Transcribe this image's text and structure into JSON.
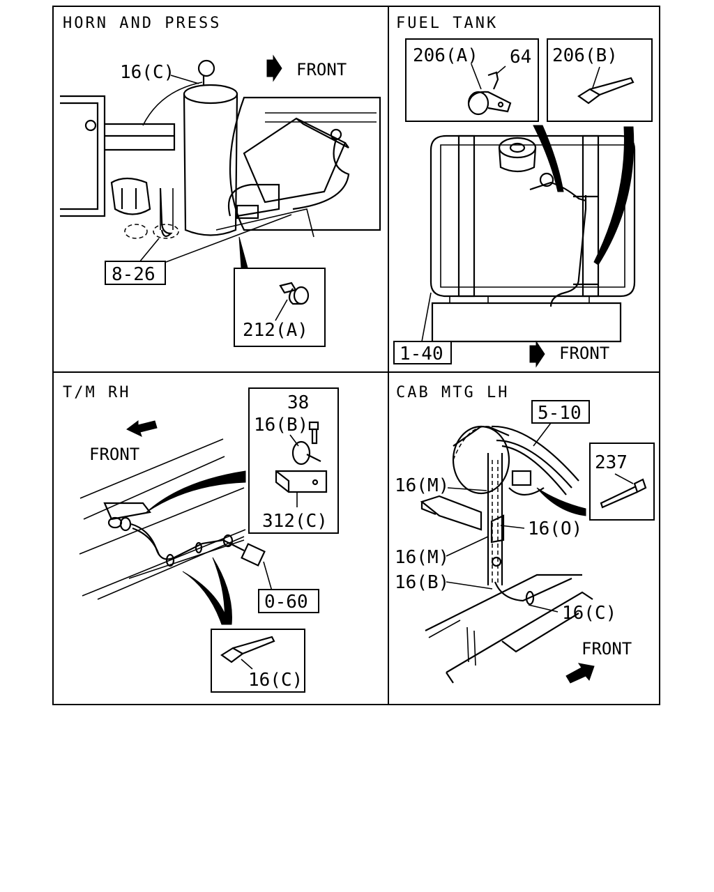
{
  "panels": {
    "horn": {
      "title": "HORN AND PRESS",
      "front": "FRONT",
      "parts": {
        "clip": "16(C)",
        "ref": "8-26",
        "clamp": "212(A)"
      }
    },
    "fuel": {
      "title": "FUEL TANK",
      "front": "FRONT",
      "parts": {
        "clampA": "206(A)",
        "screw": "64",
        "clipB": "206(B)",
        "ref": "1-40"
      }
    },
    "tm": {
      "title": "T/M RH",
      "front": "FRONT",
      "parts": {
        "bolt": "38",
        "clipB": "16(B)",
        "bracket": "312(C)",
        "ref": "0-60",
        "clipC": "16(C)"
      }
    },
    "cab": {
      "title": "CAB MTG LH",
      "front": "FRONT",
      "parts": {
        "ref": "5-10",
        "tie": "237",
        "clipM1": "16(M)",
        "clipO": "16(O)",
        "clipM2": "16(M)",
        "clipB": "16(B)",
        "clipC": "16(C)"
      }
    }
  }
}
